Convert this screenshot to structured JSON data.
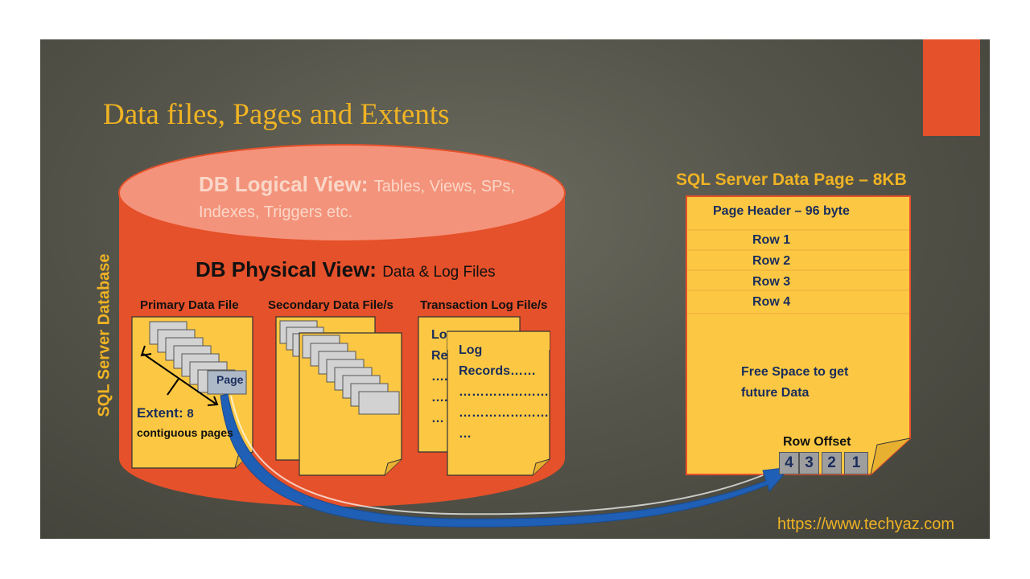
{
  "title": "Data files, Pages and Extents",
  "side_label": "SQL Server Database",
  "cylinder": {
    "logical_view": {
      "label": "DB Logical View:",
      "line1_rest": "Tables, Views, SPs,",
      "line2": "Indexes, Triggers etc."
    },
    "physical_view": {
      "label": "DB Physical View:",
      "rest": "Data & Log Files"
    }
  },
  "files": {
    "primary": {
      "heading": "Primary Data File",
      "page_label": "Page",
      "extent_label": "Extent:",
      "extent_count": "8",
      "extent_desc": "contiguous pages"
    },
    "secondary": {
      "heading": "Secondary Data File/s"
    },
    "log": {
      "heading": "Transaction Log File/s",
      "back_lines": [
        "Lo",
        "Re",
        "….",
        "….",
        "…"
      ],
      "front_lines": [
        "Log",
        "Records……",
        "…………………",
        "…………………",
        "…"
      ]
    }
  },
  "data_page": {
    "title": "SQL Server Data Page – 8KB",
    "header": "Page Header – 96 byte",
    "rows": [
      "Row 1",
      "Row 2",
      "Row 3",
      "Row 4"
    ],
    "free_space": [
      "Free Space to get",
      "future Data"
    ],
    "row_offset_label": "Row Offset",
    "offsets": [
      "4",
      "3",
      "2",
      "1"
    ]
  },
  "url": "https://www.techyaz.com",
  "colors": {
    "accent": "#e5512a",
    "title": "#f0b323",
    "note": "#fcc843",
    "cylinder_top": "#f4937b",
    "text_dark": "#1a2d5c"
  }
}
